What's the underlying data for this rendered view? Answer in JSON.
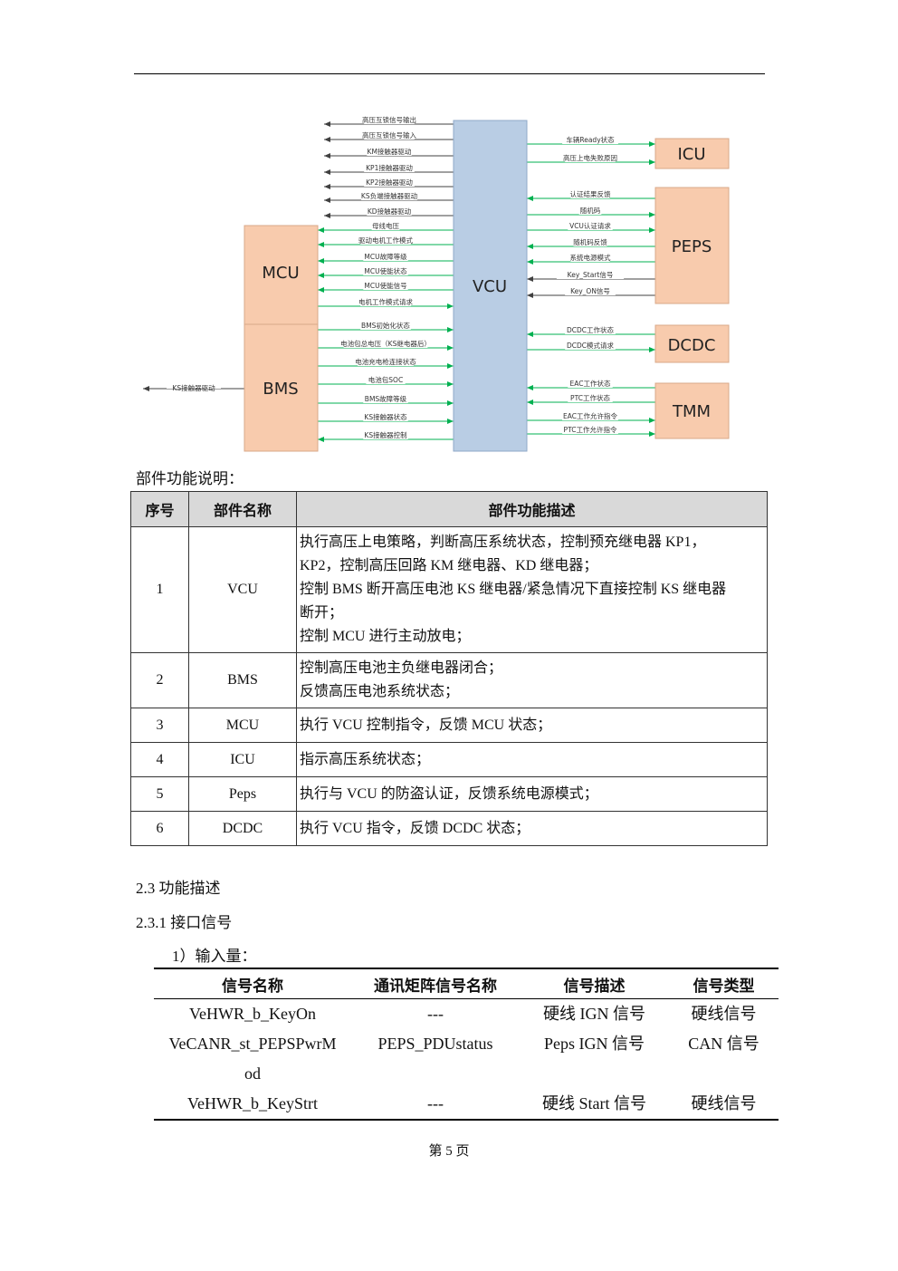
{
  "diagram": {
    "vcu_label": "VCU",
    "blocks": {
      "mcu": "MCU",
      "bms": "BMS",
      "icu": "ICU",
      "peps": "PEPS",
      "dcdc": "DCDC",
      "tmm": "TMM"
    },
    "vcu_out_left": [
      "高压互锁信号输出",
      "高压互锁信号输入",
      "KM接触器驱动",
      "KP1接触器驱动",
      "KP2接触器驱动",
      "KS负端接触器驱动",
      "KD接触器驱动"
    ],
    "mcu_signals": [
      "母线电压",
      "驱动电机工作模式",
      "MCU故障等级",
      "MCU使能状态",
      "MCU使能信号",
      "电机工作模式请求"
    ],
    "bms_signals": [
      "BMS初始化状态",
      "电池包总电压（KS继电器后）",
      "电池充电枪连接状态",
      "电池包SOC",
      "BMS故障等级",
      "KS接触器状态",
      "KS接触器控制"
    ],
    "bms_out_left": "KS接触器驱动",
    "icu_signals": [
      "车辆Ready状态",
      "高压上电失败原因"
    ],
    "peps_signals": [
      "认证结果反馈",
      "随机码",
      "VCU认证请求",
      "随机码反馈",
      "系统电源模式",
      "Key_Start信号",
      "Key_ON信号"
    ],
    "dcdc_signals": [
      "DCDC工作状态",
      "DCDC模式请求"
    ],
    "tmm_signals": [
      "EAC工作状态",
      "PTC工作状态",
      "EAC工作允许指令",
      "PTC工作允许指令"
    ],
    "colors": {
      "vcu_fill": "#b9cde4",
      "block_fill": "#f8cbad",
      "green_arrow": "#00b050",
      "dark_arrow": "#404040"
    }
  },
  "caption": "部件功能说明：",
  "components_table": {
    "headers": [
      "序号",
      "部件名称",
      "部件功能描述"
    ],
    "rows": [
      {
        "no": "1",
        "name": "VCU",
        "lines": [
          "执行高压上电策略，判断高压系统状态，控制预充继电器 KP1，",
          "KP2，控制高压回路 KM 继电器、KD 继电器；",
          "控制 BMS 断开高压电池 KS 继电器/紧急情况下直接控制 KS 继电器",
          "断开；",
          "控制 MCU 进行主动放电；"
        ]
      },
      {
        "no": "2",
        "name": "BMS",
        "lines": [
          "控制高压电池主负继电器闭合；",
          "反馈高压电池系统状态；"
        ]
      },
      {
        "no": "3",
        "name": "MCU",
        "lines": [
          "执行 VCU 控制指令，反馈 MCU 状态；"
        ]
      },
      {
        "no": "4",
        "name": "ICU",
        "lines": [
          "指示高压系统状态；"
        ]
      },
      {
        "no": "5",
        "name": "Peps",
        "lines": [
          "执行与 VCU 的防盗认证，反馈系统电源模式；"
        ]
      },
      {
        "no": "6",
        "name": "DCDC",
        "lines": [
          "执行 VCU 指令，反馈 DCDC 状态；"
        ]
      }
    ]
  },
  "sections": {
    "s23": "2.3  功能描述",
    "s231": "2.3.1  接口信号",
    "inputs": "1）输入量："
  },
  "io_table": {
    "headers": [
      "信号名称",
      "通讯矩阵信号名称",
      "信号描述",
      "信号类型"
    ],
    "rows": [
      {
        "name": "VeHWR_b_KeyOn",
        "matrix": "---",
        "desc": "硬线 IGN 信号",
        "type": "硬线信号"
      },
      {
        "name": "VeCANR_st_PEPSPwrMod",
        "matrix": "PEPS_PDUstatus",
        "desc": "Peps IGN 信号",
        "type": "CAN 信号"
      },
      {
        "name": "VeHWR_b_KeyStrt",
        "matrix": "---",
        "desc": "硬线 Start 信号",
        "type": "硬线信号"
      }
    ]
  },
  "footer": "第 5 页"
}
